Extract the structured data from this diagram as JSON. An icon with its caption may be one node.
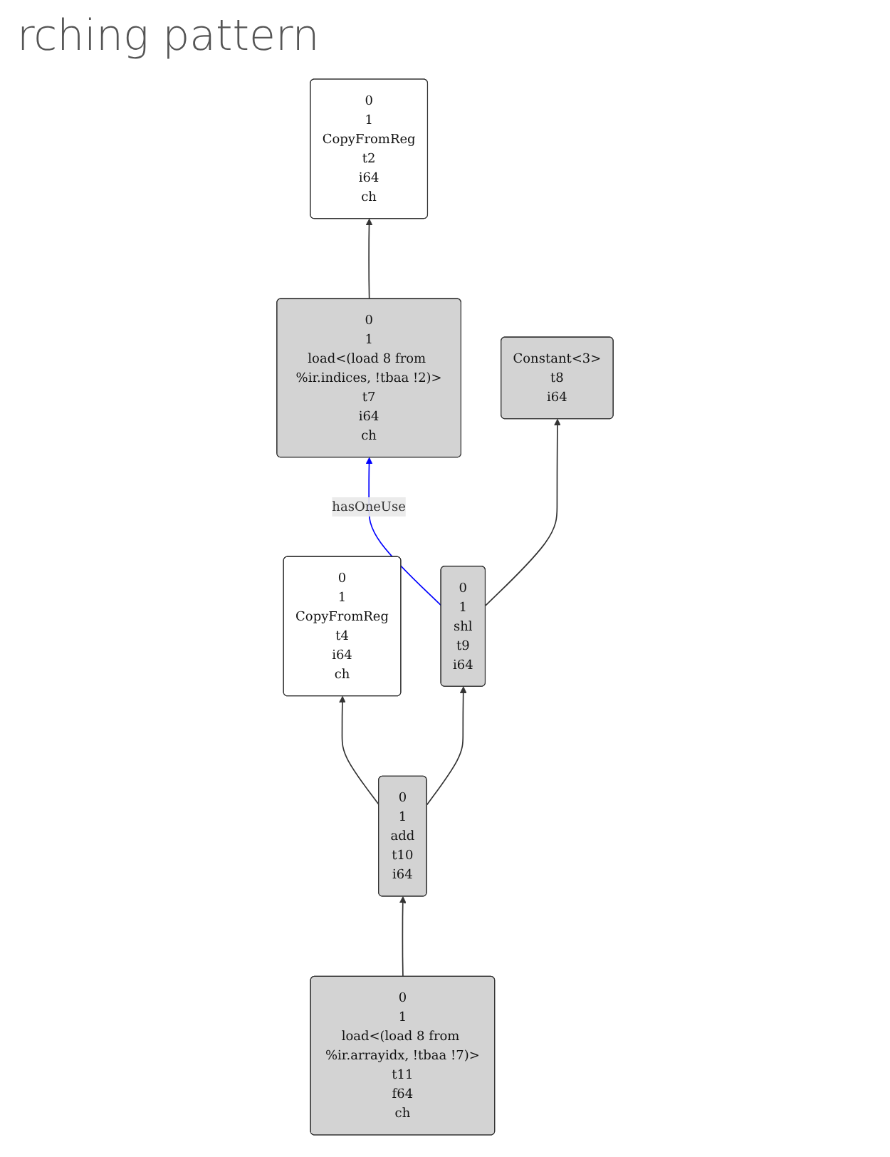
{
  "diagram": {
    "title": "rching pattern",
    "nodes": [
      {
        "text": [
          "0",
          "1",
          "CopyFromReg",
          "t2",
          "i64",
          "ch"
        ]
      },
      {
        "text": [
          "0",
          "1",
          "load<(load 8 from %ir.indices, !tbaa !2)>",
          "t7",
          "i64",
          "ch"
        ]
      },
      {
        "text": [
          "Constant<3>",
          "t8",
          "i64"
        ]
      },
      {
        "text": [
          "0",
          "1",
          "CopyFromReg",
          "t4",
          "i64",
          "ch"
        ]
      },
      {
        "text": [
          "0",
          "1",
          "shl",
          "t9",
          "i64"
        ]
      },
      {
        "text": [
          "0",
          "1",
          "add",
          "t10",
          "i64"
        ]
      },
      {
        "text": [
          "0",
          "1",
          "load<(load 8 from %ir.arrayidx, !tbaa !7)>",
          "t11",
          "f64",
          "ch"
        ]
      }
    ],
    "edges": [
      {
        "from": 1,
        "to": 0,
        "arrow": "to"
      },
      {
        "from": 4,
        "to": 1,
        "arrow": "to",
        "label": "hasOneUse",
        "color": "#0000ff"
      },
      {
        "from": 4,
        "to": 2,
        "arrow": "to"
      },
      {
        "from": 5,
        "to": 3,
        "arrow": "to"
      },
      {
        "from": 5,
        "to": 4,
        "arrow": "to"
      },
      {
        "from": 6,
        "to": 5,
        "arrow": "to"
      }
    ]
  }
}
